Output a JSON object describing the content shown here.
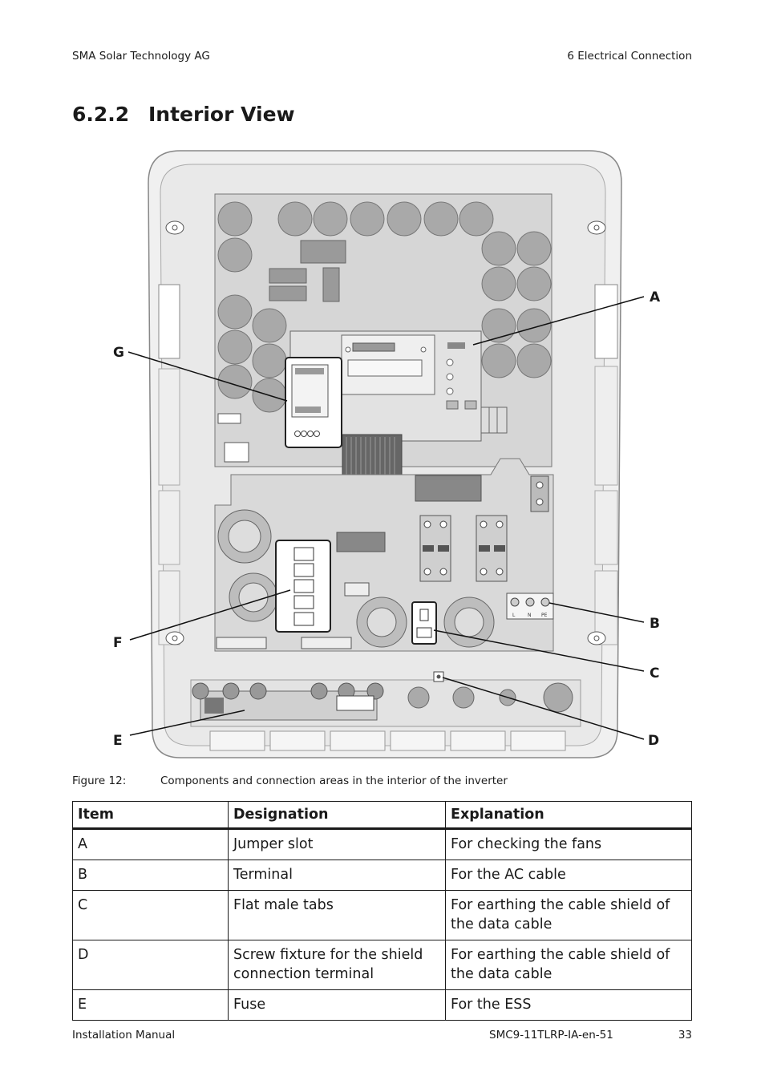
{
  "header": {
    "left": "SMA Solar Technology AG",
    "right": "6 Electrical Connection"
  },
  "section": {
    "number": "6.2.2",
    "title": "Interior View"
  },
  "figure": {
    "callouts": [
      "A",
      "B",
      "C",
      "D",
      "E",
      "F",
      "G"
    ],
    "terminal_labels": [
      "L",
      "N",
      "PE"
    ],
    "caption_label": "Figure 12:",
    "caption_text": "Components and connection areas in the interior of the inverter"
  },
  "table": {
    "headers": [
      "Item",
      "Designation",
      "Explanation"
    ],
    "rows": [
      {
        "item": "A",
        "designation": "Jumper slot",
        "explanation": "For checking the fans"
      },
      {
        "item": "B",
        "designation": "Terminal",
        "explanation": "For the AC cable"
      },
      {
        "item": "C",
        "designation": "Flat male tabs",
        "explanation": "For earthing the cable shield of the data cable"
      },
      {
        "item": "D",
        "designation": "Screw fixture for the shield connection terminal",
        "explanation": "For earthing the cable shield of the data cable"
      },
      {
        "item": "E",
        "designation": "Fuse",
        "explanation": "For the ESS"
      }
    ]
  },
  "footer": {
    "left": "Installation Manual",
    "doc_id": "SMC9-11TLRP-IA-en-51",
    "page": "33"
  }
}
